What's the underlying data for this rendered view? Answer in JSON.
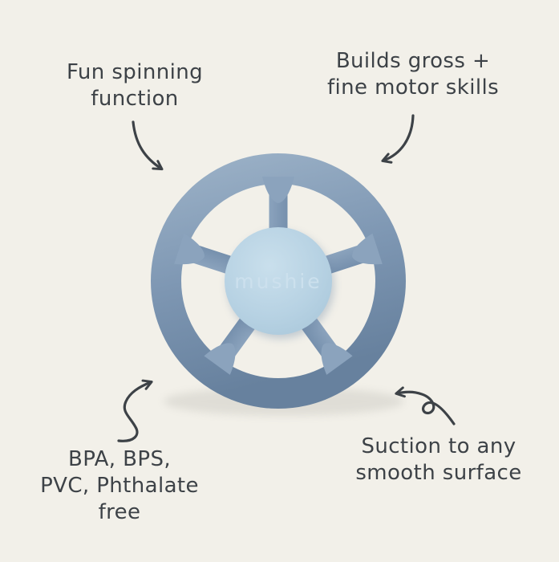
{
  "canvas": {
    "background_color": "#f2f0e9",
    "ink_color": "#3d4247"
  },
  "product": {
    "brand": "mushie",
    "colors": {
      "ring_highlight": "#9ab0c6",
      "ring_mid": "#7e97b3",
      "ring_shadow": "#67819e",
      "spoke": "#7f98b4",
      "nub": "#8ba3bd",
      "hub_light": "#c9dfec",
      "hub_mid": "#b7d2e3",
      "hub_dark": "#a9c7da",
      "hub_text": "#c9dfec"
    }
  },
  "annotations": {
    "spinning": {
      "lines": [
        "Fun spinning",
        "function"
      ]
    },
    "motor": {
      "lines": [
        "Builds gross +",
        "fine motor skills"
      ]
    },
    "materials": {
      "lines": [
        "BPA, BPS,",
        "PVC, Phthalate",
        "free"
      ]
    },
    "suction": {
      "lines": [
        "Suction to any",
        "smooth surface"
      ]
    }
  }
}
